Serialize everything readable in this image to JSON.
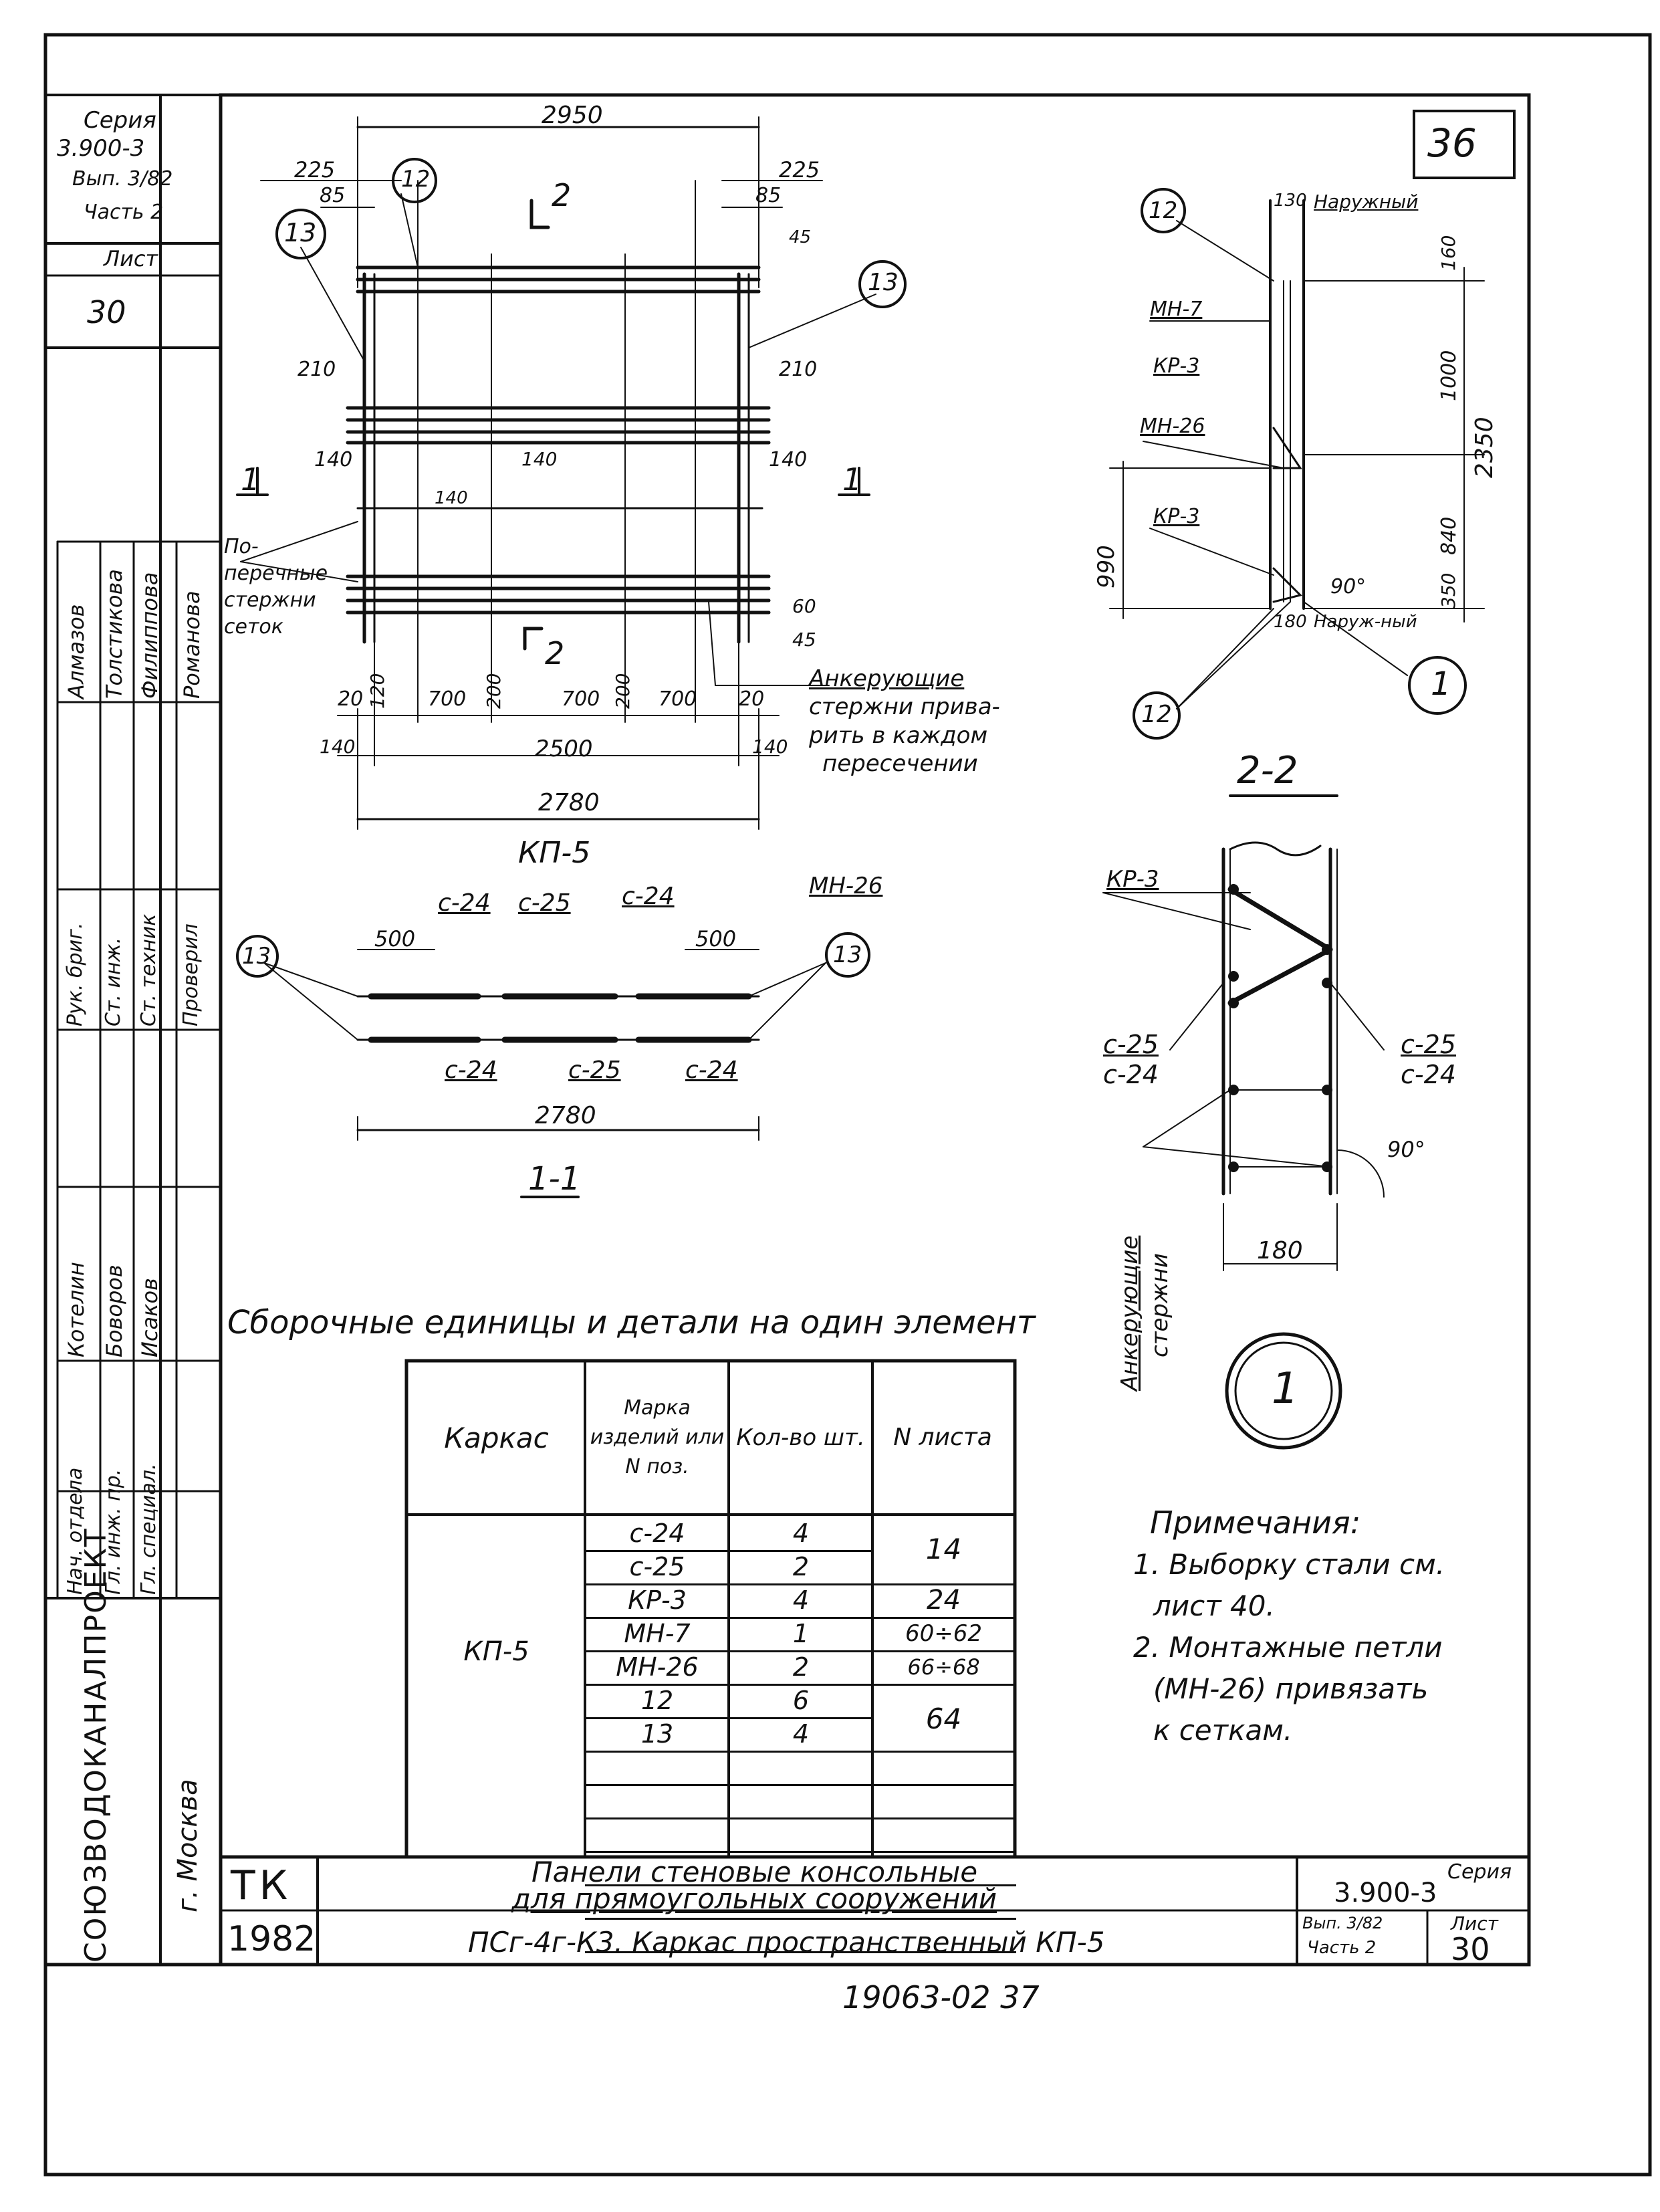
{
  "sheet_corner_number": "36",
  "side_stamp": {
    "series_label": "Серия",
    "series_code": "3.900-3",
    "issue": "Вып. 3/82",
    "part": "Часть 2",
    "sheet_label": "Лист",
    "sheet_number": "30"
  },
  "roles": [
    {
      "role": "Нач. отдела",
      "name": "Котелин"
    },
    {
      "role": "Гл. инж. пр.",
      "name": "Боворов"
    },
    {
      "role": "Гл. специал.",
      "name": "Исаков"
    },
    {
      "role": "Рук. бриг.",
      "name": "Алмазов"
    },
    {
      "role": "Ст. инж.",
      "name": "Толстикова"
    },
    {
      "role": "Ст. техник",
      "name": "Филиппова"
    },
    {
      "role": "Проверил",
      "name": "Романова"
    }
  ],
  "organization": "СОЮЗВОДОКАНАЛПРОЕКТ",
  "city": "г. Москва",
  "plan_view": {
    "dims_top": [
      "2950",
      "225",
      "225",
      "85",
      "85",
      "45"
    ],
    "dims_side": [
      "210",
      "210",
      "140",
      "140",
      "140",
      "140",
      "60",
      "45"
    ],
    "dims_bottom_row1": [
      "20",
      "120",
      "700",
      "200",
      "700",
      "200",
      "700",
      "20"
    ],
    "dims_bottom_row2": [
      "140",
      "2500",
      "140"
    ],
    "dims_bottom_total": "2780",
    "callouts": [
      "12",
      "13",
      "13"
    ],
    "section_marks": [
      "2",
      "2",
      "1",
      "1"
    ],
    "note_left": [
      "По-",
      "перечные",
      "стержни",
      "сеток"
    ],
    "note_right": [
      "Анкерующие",
      "стержни прива-",
      "рить в каждом",
      "пересечении"
    ],
    "title": "КП-5"
  },
  "section_1_1": {
    "labels_top": [
      "с-24",
      "с-25",
      "с-24",
      "МН-26"
    ],
    "labels_bottom": [
      "с-24",
      "с-25",
      "с-24"
    ],
    "dims": [
      "500",
      "500",
      "2780"
    ],
    "callouts": [
      "13",
      "13"
    ],
    "title": "1-1"
  },
  "section_2_2": {
    "callouts": [
      "12",
      "12",
      "1"
    ],
    "labels": [
      "130",
      "Наружный",
      "МН-7",
      "КР-3",
      "МН-26",
      "КР-3",
      "180",
      "Наруж-ный"
    ],
    "dims": [
      "160",
      "1000",
      "2350",
      "840",
      "350",
      "990",
      "90°"
    ],
    "title": "2-2"
  },
  "node_1": {
    "labels": [
      "КР-3",
      "с-25",
      "с-24",
      "с-25",
      "с-24",
      "90°",
      "180",
      "Анкерующие",
      "стержни"
    ],
    "title": "1"
  },
  "table": {
    "caption": "Сборочные единицы и детали на один элемент",
    "headers": [
      "Каркас",
      "Марка изделий или N поз.",
      "Кол-во шт.",
      "N листа"
    ],
    "frame": "КП-5",
    "rows": [
      {
        "mark": "с-24",
        "qty": "4"
      },
      {
        "mark": "с-25",
        "qty": "2"
      },
      {
        "mark": "КР-3",
        "qty": "4"
      },
      {
        "mark": "МН-7",
        "qty": "1"
      },
      {
        "mark": "МН-26",
        "qty": "2"
      },
      {
        "mark": "12",
        "qty": "6"
      },
      {
        "mark": "13",
        "qty": "4"
      }
    ],
    "sheets": [
      "14",
      "24",
      "60÷62",
      "66÷68",
      "64"
    ]
  },
  "notes": {
    "title": "Примечания:",
    "items": [
      "1. Выборку стали см.",
      "лист 40.",
      "2. Монтажные петли",
      "(МН-26) привязать",
      "к сеткам."
    ]
  },
  "title_block": {
    "tk": "ТК",
    "year": "1982",
    "title_line1": "Панели стеновые консольные",
    "title_line2": "для прямоугольных сооружений",
    "subtitle": "ПСг-4г-К3. Каркас пространственный КП-5",
    "series_label": "Серия",
    "series_code": "3.900-3",
    "issue": "Вып. 3/82",
    "part": "Часть 2",
    "sheet_label": "Лист",
    "sheet_number": "30"
  },
  "footer_code": "19063-02   37"
}
